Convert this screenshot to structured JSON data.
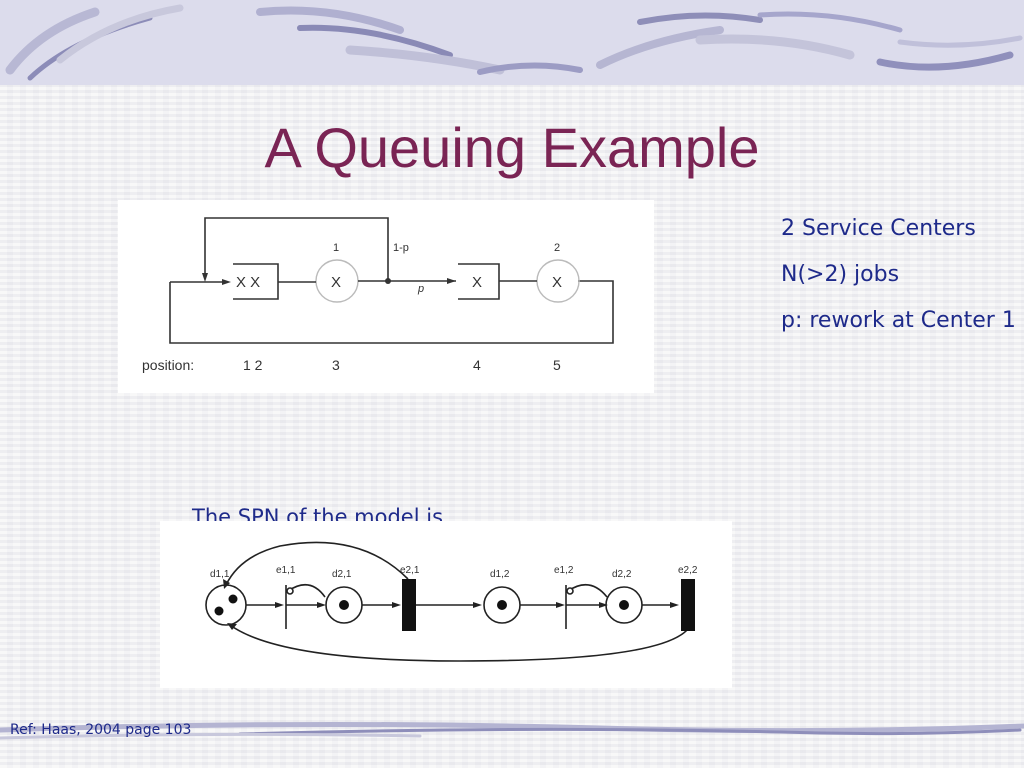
{
  "slide": {
    "title": "A Queuing Example",
    "bullets": [
      "2 Service Centers",
      "N(>2) jobs",
      "p: rework at Center 1"
    ],
    "caption": "The SPN of the model is",
    "reference": "Ref: Haas, 2004 page 103"
  },
  "queue_diagram": {
    "center1_label": "1",
    "center2_label": "2",
    "server_symbol": "X",
    "queue1_jobs": "X X",
    "queue2_jobs": "X",
    "rework_prob": "1-p",
    "forward_prob": "p",
    "position_label": "position:",
    "positions": [
      "1 2",
      "3",
      "4",
      "5"
    ]
  },
  "spn_diagram": {
    "places": [
      "d1,1",
      "d2,1",
      "d1,2",
      "d2,2"
    ],
    "transitions": [
      "e1,1",
      "e2,1",
      "e1,2",
      "e2,2"
    ]
  },
  "colors": {
    "title": "#7a2454",
    "body_text": "#1e2a8a",
    "band": "#dcdcec"
  }
}
